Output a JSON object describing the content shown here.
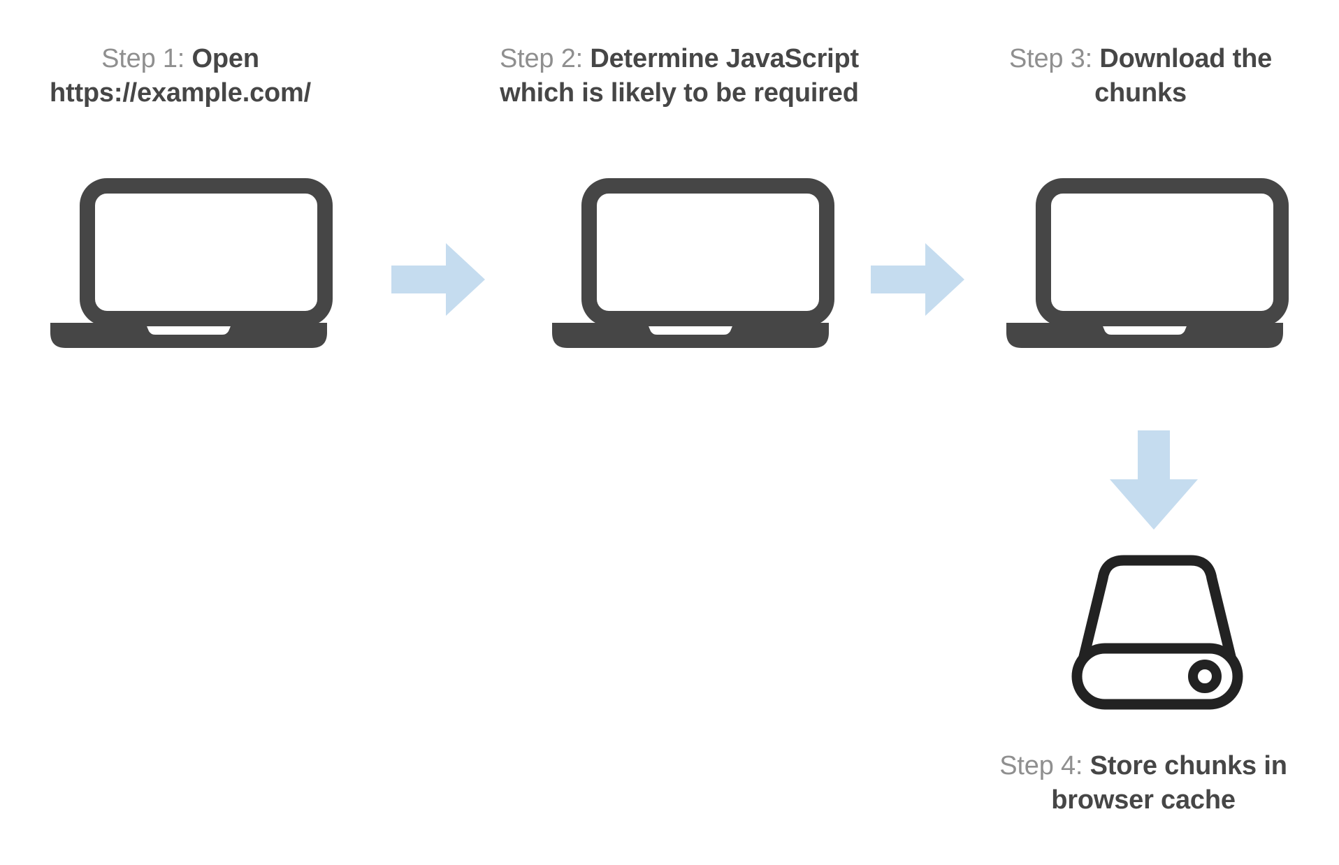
{
  "diagram": {
    "title": "Browser JavaScript chunk caching flow",
    "background_color": "#ffffff",
    "colors": {
      "step_label_gray": "#8f8f8f",
      "step_text_dark": "#464646",
      "arrow_blue": "#c5dcef",
      "laptop_gray": "#464646",
      "harddrive_black": "#222222",
      "screen_fill": "#ffffff"
    },
    "flow": "laptop-1 -> arrow-right -> laptop-2 -> arrow-right -> laptop-3 -> arrow-down -> hard-drive"
  },
  "steps": [
    {
      "id": "step-1",
      "label": "Step 1: ",
      "text": "Open https://example.com/",
      "icon": "laptop-icon"
    },
    {
      "id": "step-2",
      "label": "Step 2: ",
      "text": "Determine JavaScript which is likely to be required",
      "icon": "laptop-icon"
    },
    {
      "id": "step-3",
      "label": "Step 3: ",
      "text": "Download the chunks",
      "icon": "laptop-icon"
    },
    {
      "id": "step-4",
      "label": "Step 4: ",
      "text": "Store chunks in browser cache",
      "icon": "hard-drive-icon"
    }
  ],
  "connectors": [
    {
      "id": "connector-1",
      "direction": "right",
      "from": "step-1",
      "to": "step-2"
    },
    {
      "id": "connector-2",
      "direction": "right",
      "from": "step-2",
      "to": "step-3"
    },
    {
      "id": "connector-3",
      "direction": "down",
      "from": "step-3",
      "to": "step-4"
    }
  ]
}
